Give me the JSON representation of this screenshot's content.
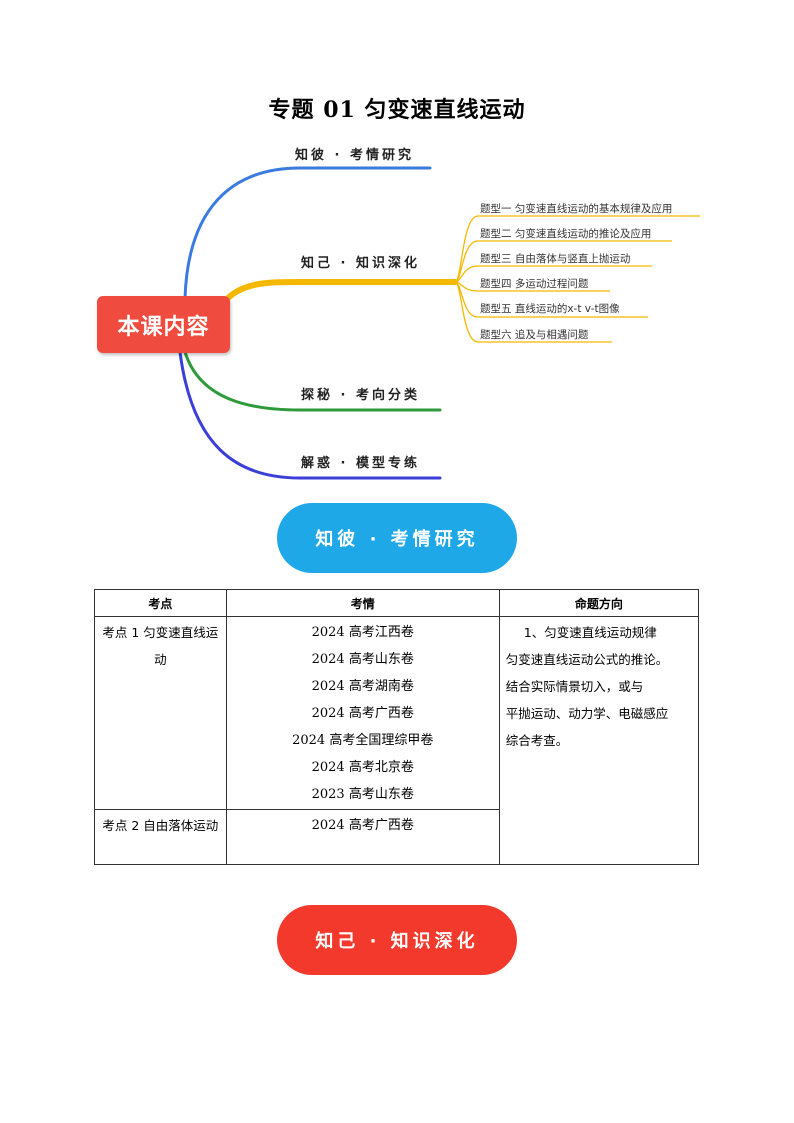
{
  "page": {
    "title": "专题 01    匀变速直线运动"
  },
  "mindmap": {
    "root_label": "本课内容",
    "branches": [
      {
        "label": "知彼 · 考情研究",
        "color": "#3b7be0"
      },
      {
        "label": "知己 · 知识深化",
        "color": "#f5b800"
      },
      {
        "label": "探秘 · 考向分类",
        "color": "#2e9a3c"
      },
      {
        "label": "解惑 · 模型专练",
        "color": "#3b3fd8"
      }
    ],
    "leaf_color": "#f5b800",
    "leaves": [
      "题型一 匀变速直线运动的基本规律及应用",
      "题型二 匀变速直线运动的推论及应用",
      "题型三 自由落体与竖直上抛运动",
      "题型四 多运动过程问题",
      "题型五 直线运动的x-t v-t图像",
      "题型六 追及与相遇问题"
    ]
  },
  "section_pills": {
    "first": {
      "label": "知彼 · 考情研究",
      "color": "#1fa8e8"
    },
    "second": {
      "label": "知己 · 知识深化",
      "color": "#f2392b"
    }
  },
  "table": {
    "headers": [
      "考点",
      "考情",
      "命题方向"
    ],
    "rows": [
      {
        "point": "考点 1 匀变速直线运动",
        "exams": [
          "2024 高考江西卷",
          "2024 高考山东卷",
          "2024 高考湖南卷",
          "2024 高考广西卷",
          "2024 高考全国理综甲卷",
          "2024 高考北京卷",
          "2023 高考山东卷"
        ]
      },
      {
        "point": "考点 2 自由落体运动",
        "exams": [
          "2024 高考广西卷"
        ]
      }
    ],
    "direction_lines": [
      "1、匀变速直线运动规律",
      "匀变速直线运动公式的推论。",
      "结合实际情景切入，或与",
      "平抛运动、动力学、电磁感应",
      "综合考查。"
    ]
  }
}
